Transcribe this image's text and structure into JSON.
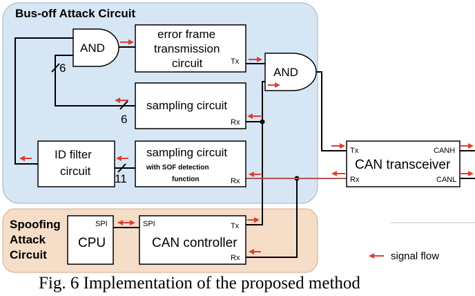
{
  "regions": {
    "busoff_title": "Bus-off Attack Circuit",
    "spoofing_title_line1": "Spoofing",
    "spoofing_title_line2": "Attack",
    "spoofing_title_line3": "Circuit"
  },
  "gates": {
    "and1": "AND",
    "and2": "AND"
  },
  "boxes": {
    "error_frame_line1": "error frame",
    "error_frame_line2": "transmission",
    "error_frame_line3": "circuit",
    "sampling1": "sampling circuit",
    "id_filter_line1": "ID filter",
    "id_filter_line2": "circuit",
    "sampling2": "sampling circuit",
    "sampling2_sub1": "with SOF detection",
    "sampling2_sub2": "function",
    "transceiver": "CAN transceiver",
    "cpu": "CPU",
    "controller": "CAN controller"
  },
  "ports": {
    "tx": "Tx",
    "rx": "Rx",
    "canh": "CANH",
    "canl": "CANL",
    "spi": "SPI"
  },
  "bus_widths": {
    "and_input": "6",
    "sampling1_out": "6",
    "sampling2_out": "11"
  },
  "legend": {
    "label": "signal flow"
  },
  "caption": "Fig. 6 Implementation of the proposed method",
  "colors": {
    "busoff_fill": "#d6e6f4",
    "spoofing_fill": "#f6ddc8",
    "arrow": "#e03c31",
    "bus_line": "#b85450"
  }
}
